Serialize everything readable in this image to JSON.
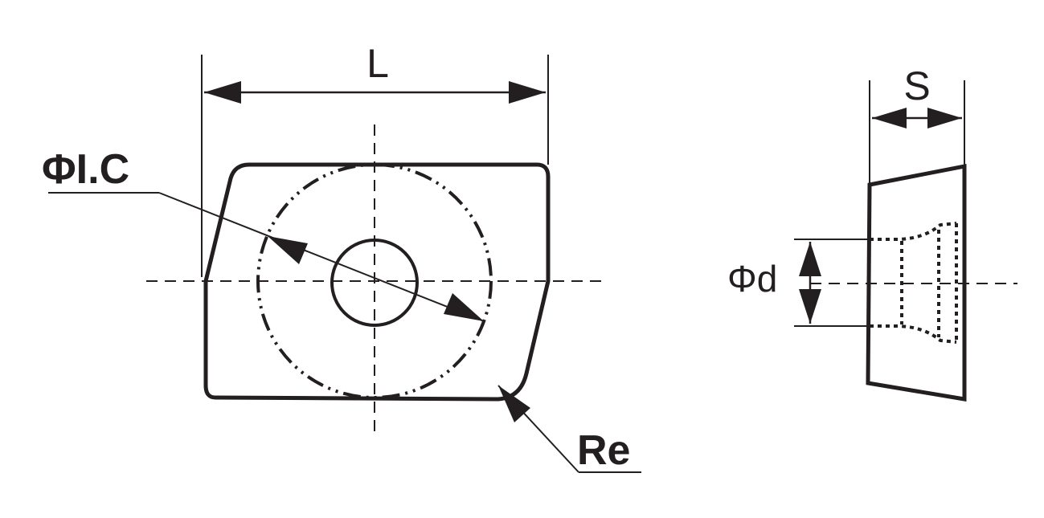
{
  "labels": {
    "length": "L",
    "inscribed_circle": "ΦI.C",
    "corner_radius": "Re",
    "thickness": "S",
    "hole_diameter": "Φd"
  },
  "colors": {
    "ink": "#231f20",
    "background": "#ffffff"
  }
}
